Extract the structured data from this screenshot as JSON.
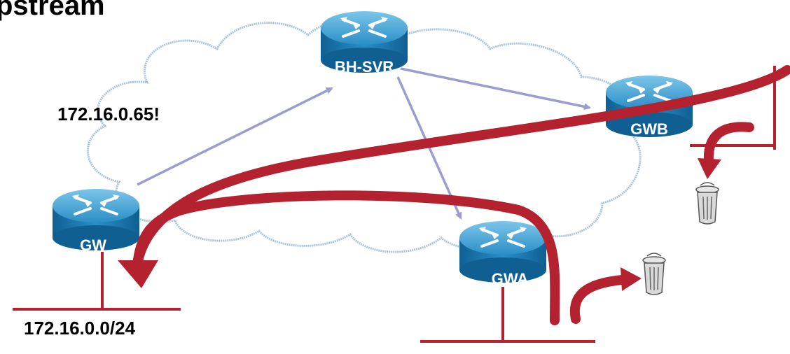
{
  "title": "pstream",
  "labels": {
    "gw_ip": "172.16.0.65!",
    "subnet": "172.16.0.0/24"
  },
  "routers": {
    "bh": "BH-SVR",
    "gw": "GW",
    "gwa": "GWA",
    "gwb": "GWB"
  },
  "icons": [
    "cloud-icon",
    "router-icon",
    "trash-can-icon",
    "arrow-icon"
  ],
  "colors": {
    "traffic": "#b3222e",
    "control": "#9c9cd0",
    "router": "#1f7fb8",
    "cloud": "#a8c4d8"
  }
}
